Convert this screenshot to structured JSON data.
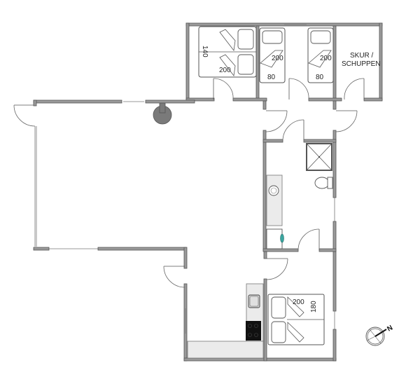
{
  "plan": {
    "rooms": [
      {
        "id": "bedroom-1",
        "bed_labels": [
          "140",
          "200"
        ]
      },
      {
        "id": "bedroom-2",
        "bed_labels": [
          "200",
          "80"
        ]
      },
      {
        "id": "bedroom-3",
        "bed_labels": [
          "200",
          "80"
        ]
      },
      {
        "id": "shed",
        "label_line1": "SKUR /",
        "label_line2": "SCHUPPEN"
      },
      {
        "id": "bedroom-4",
        "bed_labels": [
          "200",
          "180"
        ]
      }
    ],
    "compass": {
      "label": "N"
    },
    "colors": {
      "wall": "#9a9a9a",
      "outline": "#555555",
      "fireplace": "#7a7a7a",
      "hob": "#111111",
      "counter": "#ebebeb",
      "accent": "#3aa6a0"
    }
  }
}
